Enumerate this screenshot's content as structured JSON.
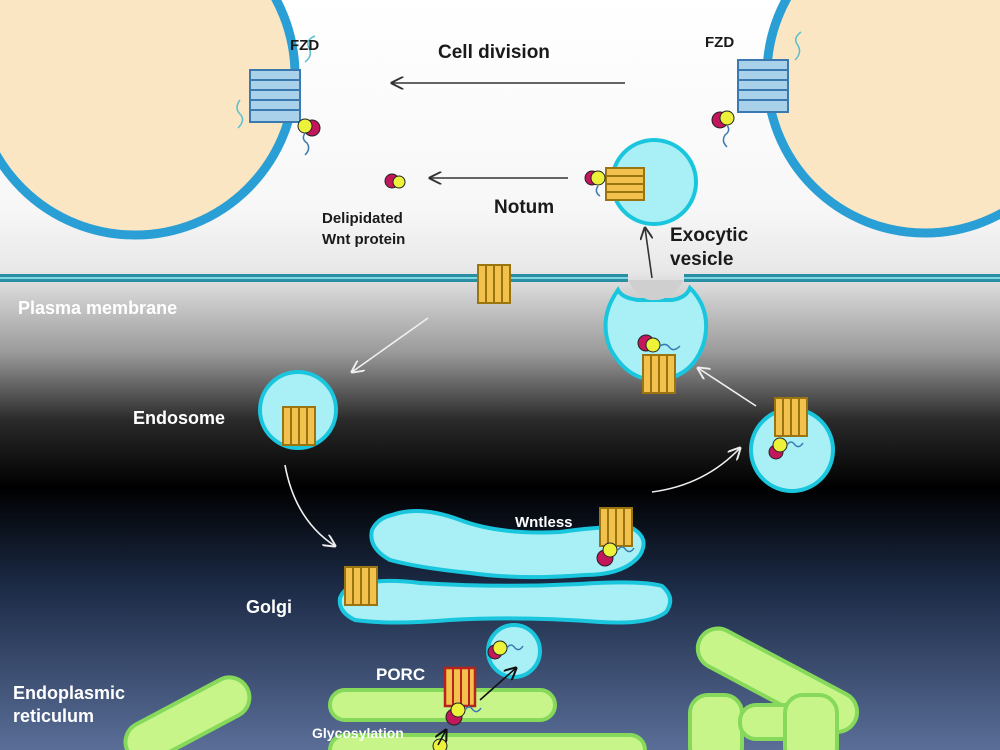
{
  "labels": {
    "fzd_left": "FZD",
    "fzd_right": "FZD",
    "cell_division": "Cell division",
    "notum": "Notum",
    "delipidated_line1": "Delipidated",
    "delipidated_line2": "Wnt protein",
    "exocytic_line1": "Exocytic",
    "exocytic_line2": "vesicle",
    "plasma_membrane": "Plasma membrane",
    "endosome": "Endosome",
    "wntless": "Wntless",
    "golgi": "Golgi",
    "porc": "PORC",
    "er_line1": "Endoplasmic",
    "er_line2": "reticulum",
    "glycosylation": "Glycosylation"
  },
  "colors": {
    "cell_fill": "#fbe6c3",
    "cell_border": "#2a9fd6",
    "vesicle_fill": "#a8f0f5",
    "vesicle_border": "#19c6dd",
    "er_fill": "#c8f58a",
    "er_border": "#86d95a",
    "receptor_fill": "#f2c14e",
    "receptor_border": "#9a7410",
    "porc_fill": "#f2c14e",
    "porc_border": "#b8231a",
    "wnt_magenta": "#c2185b",
    "wnt_yellow": "#ecf23a",
    "fzd_fill": "#a9d2ea",
    "fzd_border": "#3a7ab0"
  }
}
